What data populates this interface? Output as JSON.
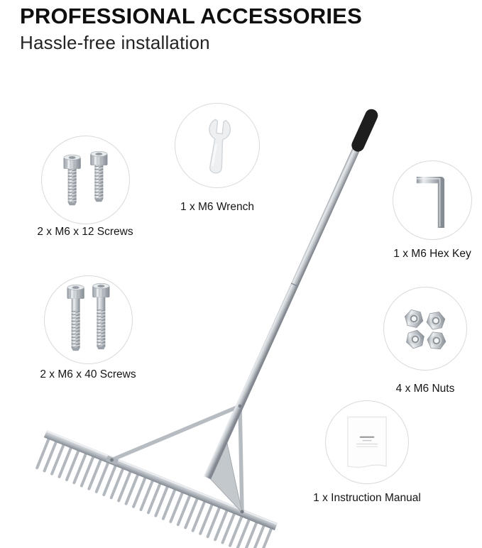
{
  "header": {
    "title": "PROFESSIONAL ACCESSORIES",
    "subtitle": "Hassle-free installation"
  },
  "accessories": [
    {
      "icon": "screws-short-icon",
      "label": "2 x M6 x 12 Screws"
    },
    {
      "icon": "wrench-icon",
      "label": "1 x M6 Wrench"
    },
    {
      "icon": "hex-key-icon",
      "label": "1 x M6 Hex Key"
    },
    {
      "icon": "screws-long-icon",
      "label": "2 x M6 x 40 Screws"
    },
    {
      "icon": "nuts-icon",
      "label": "4 x M6 Nuts"
    },
    {
      "icon": "manual-icon",
      "label": "1 x Instruction Manual"
    }
  ],
  "illustration": {
    "name": "landscape-rake",
    "parts": [
      "grip",
      "handle",
      "support-braces",
      "rake-head",
      "teeth"
    ]
  },
  "colors": {
    "background": "#ffffff",
    "title_text": "#0f0f0f",
    "label_text": "#151515",
    "circle_border": "#d9dadb",
    "metal_light": "#eceff1",
    "metal_mid": "#c6cbd0",
    "metal_dark": "#858c93",
    "grip_black": "#1e1e1e"
  }
}
